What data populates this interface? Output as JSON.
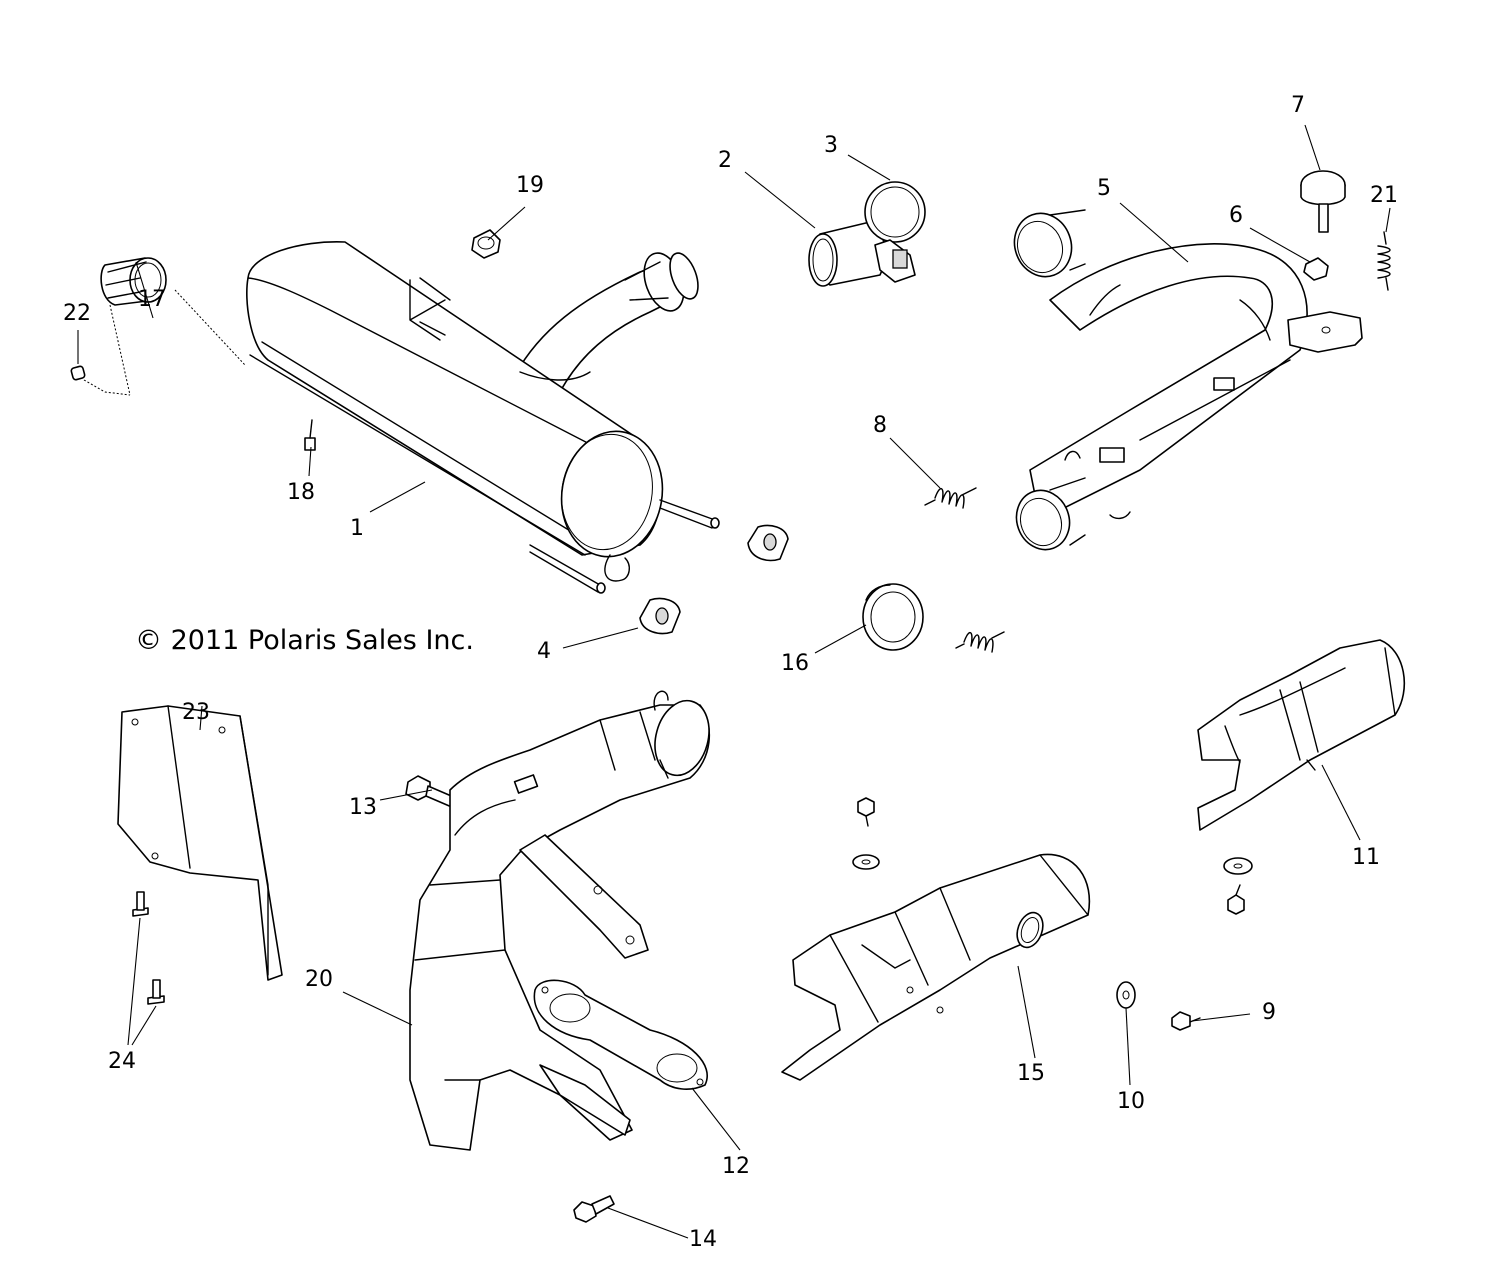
{
  "copyright": "© 2011 Polaris Sales Inc.",
  "callouts": [
    "1",
    "2",
    "3",
    "4",
    "5",
    "6",
    "7",
    "8",
    "9",
    "10",
    "11",
    "12",
    "13",
    "14",
    "15",
    "16",
    "17",
    "18",
    "19",
    "20",
    "21",
    "22",
    "23",
    "24"
  ],
  "colors": {
    "line": "#000000",
    "background": "#ffffff"
  }
}
